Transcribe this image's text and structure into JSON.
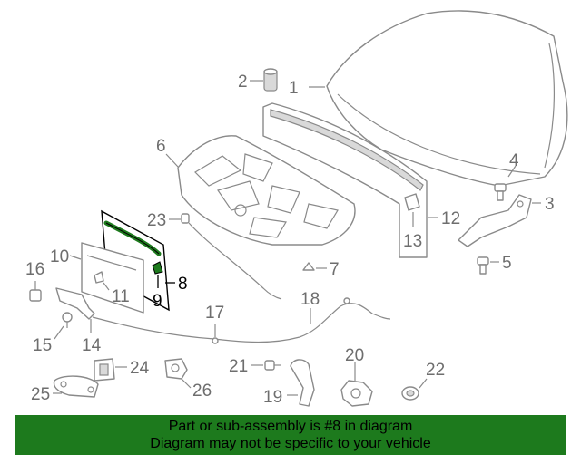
{
  "labels": {
    "l1": "1",
    "l2": "2",
    "l3": "3",
    "l4": "4",
    "l5": "5",
    "l6": "6",
    "l7": "7",
    "l8": "8",
    "l9": "9",
    "l10": "10",
    "l11": "11",
    "l12": "12",
    "l13": "13",
    "l14": "14",
    "l15": "15",
    "l16": "16",
    "l17": "17",
    "l18": "18",
    "l19": "19",
    "l20": "20",
    "l21": "21",
    "l22": "22",
    "l23": "23",
    "l24": "24",
    "l25": "25",
    "l26": "26"
  },
  "highlight": {
    "part_number": "8",
    "color": "#1d7a1d"
  },
  "banner": {
    "line1": "Part or sub-assembly is #8 in diagram",
    "line2": "Diagram may not be specific to your vehicle"
  }
}
